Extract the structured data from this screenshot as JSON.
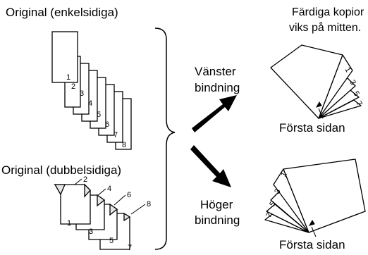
{
  "labels": {
    "original_single": "Original (enkelsidiga)",
    "original_double": "Original (dubbelsidiga)",
    "finished_line1": "Färdiga kopior",
    "finished_line2": "viks på mitten.",
    "left_binding_line1": "Vänster",
    "left_binding_line2": "bindning",
    "right_binding_line1": "Höger",
    "right_binding_line2": "bindning",
    "first_page_top": "Första sidan",
    "first_page_bottom": "Första sidan"
  },
  "single_pages": [
    "1",
    "2",
    "3",
    "4",
    "5",
    "6",
    "7",
    "8"
  ],
  "double_pages": {
    "odd": [
      "1",
      "3",
      "5",
      "7"
    ],
    "even": [
      "2",
      "4",
      "6",
      "8"
    ]
  },
  "booklet_left_pages": [
    "1",
    "3",
    "5",
    "7"
  ],
  "booklet_right_pages": [
    "1",
    "3",
    "5",
    "7"
  ]
}
